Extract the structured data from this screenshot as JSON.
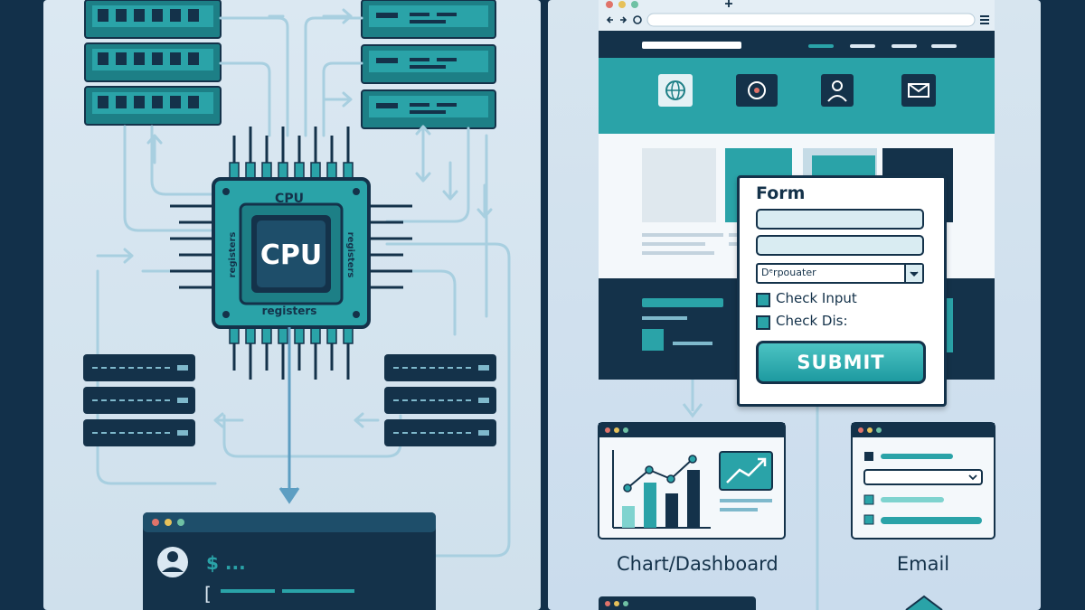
{
  "cpu": {
    "outer_label": "CPU",
    "core_label": "CPU",
    "registers_bottom": "registers",
    "registers_left": "registers",
    "registers_right": "registers"
  },
  "terminal": {
    "prompt": "$ ...",
    "bracket": "["
  },
  "form": {
    "title": "Form",
    "select_value": "Dᵉrpouater",
    "checkbox1_label": "Check Input",
    "checkbox2_label": "Check Dis:",
    "submit_label": "SUBMIT"
  },
  "cards": {
    "chart_label": "Chart/Dashboard",
    "email_label": "Email"
  },
  "colors": {
    "navy": "#14324a",
    "teal": "#2aa3a8",
    "teal_dark": "#1d7f86",
    "light_blue": "#dbe8f2"
  },
  "icons": [
    "globe-icon",
    "dashboard-icon",
    "user-icon",
    "mail-icon",
    "avatar-icon",
    "trend-icon"
  ]
}
